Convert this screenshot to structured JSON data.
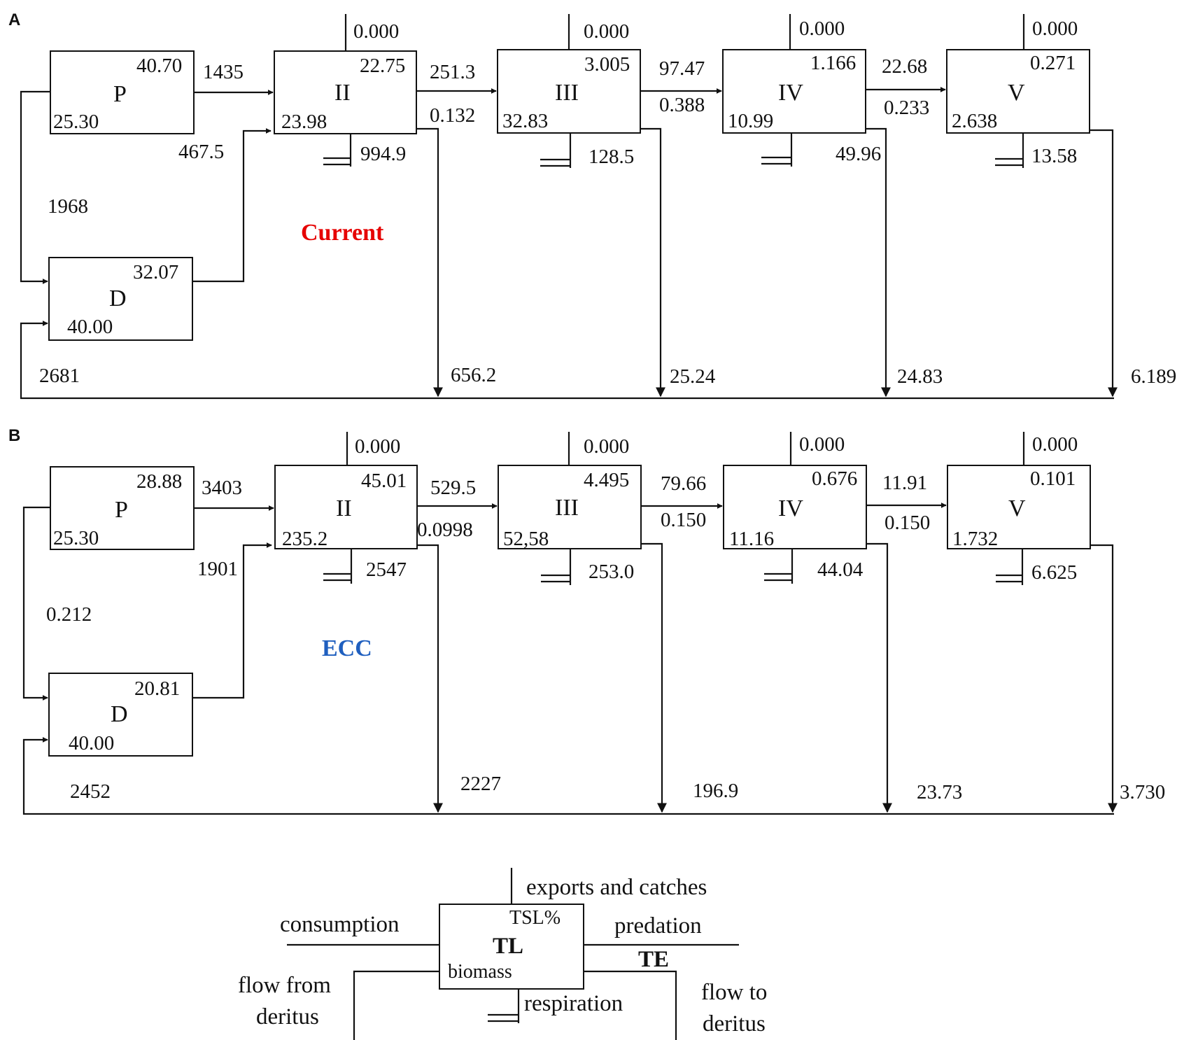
{
  "panels": [
    {
      "letter": "A",
      "scenario": "Current",
      "scenario_color": "#e60000",
      "P": {
        "label": "P",
        "top": "40.70",
        "bottom": "25.30"
      },
      "D": {
        "label": "D",
        "top": "32.07",
        "bottom": "40.00"
      },
      "levels": [
        {
          "label": "II",
          "top": "22.75",
          "bottom": "23.98",
          "export": "0.000",
          "resp": "994.9",
          "to_detritus": "656.2"
        },
        {
          "label": "III",
          "top": "3.005",
          "bottom": "32.83",
          "export": "0.000",
          "resp": "128.5",
          "to_detritus": "25.24"
        },
        {
          "label": "IV",
          "top": "1.166",
          "bottom": "10.99",
          "export": "0.000",
          "resp": "49.96",
          "to_detritus": "24.83"
        },
        {
          "label": "V",
          "top": "0.271",
          "bottom": "2.638",
          "export": "0.000",
          "resp": "13.58",
          "to_detritus": "6.189"
        }
      ],
      "flow_P_II": "1435",
      "flow_D_II": "467.5",
      "flow_P_D": "1968",
      "flow_det_return": "2681",
      "transfers": [
        {
          "pred": "251.3",
          "te": "0.132"
        },
        {
          "pred": "97.47",
          "te": "0.388"
        },
        {
          "pred": "22.68",
          "te": "0.233"
        }
      ]
    },
    {
      "letter": "B",
      "scenario": "ECC",
      "scenario_color": "#1f5fbf",
      "P": {
        "label": "P",
        "top": "28.88",
        "bottom": "25.30"
      },
      "D": {
        "label": "D",
        "top": "20.81",
        "bottom": "40.00"
      },
      "levels": [
        {
          "label": "II",
          "top": "45.01",
          "bottom": "235.2",
          "export": "0.000",
          "resp": "2547",
          "to_detritus": "2227"
        },
        {
          "label": "III",
          "top": "4.495",
          "bottom": "52,58",
          "export": "0.000",
          "resp": "253.0",
          "to_detritus": "196.9"
        },
        {
          "label": "IV",
          "top": "0.676",
          "bottom": "11.16",
          "export": "0.000",
          "resp": "44.04",
          "to_detritus": "23.73"
        },
        {
          "label": "V",
          "top": "0.101",
          "bottom": "1.732",
          "export": "0.000",
          "resp": "6.625",
          "to_detritus": "3.730"
        }
      ],
      "flow_P_II": "3403",
      "flow_D_II": "1901",
      "flow_P_D": "0.212",
      "flow_det_return": "2452",
      "transfers": [
        {
          "pred": "529.5",
          "te": "0.0998"
        },
        {
          "pred": "79.66",
          "te": "0.150"
        },
        {
          "pred": "11.91",
          "te": "0.150"
        }
      ]
    }
  ],
  "legend": {
    "exports": "exports and catches",
    "consumption": "consumption",
    "predation": "predation",
    "tsl": "TSL%",
    "tl": "TL",
    "biomass": "biomass",
    "te": "TE",
    "flow_from": [
      "flow from",
      "deritus"
    ],
    "respiration": "respiration",
    "flow_to": [
      "flow to",
      "deritus"
    ]
  }
}
